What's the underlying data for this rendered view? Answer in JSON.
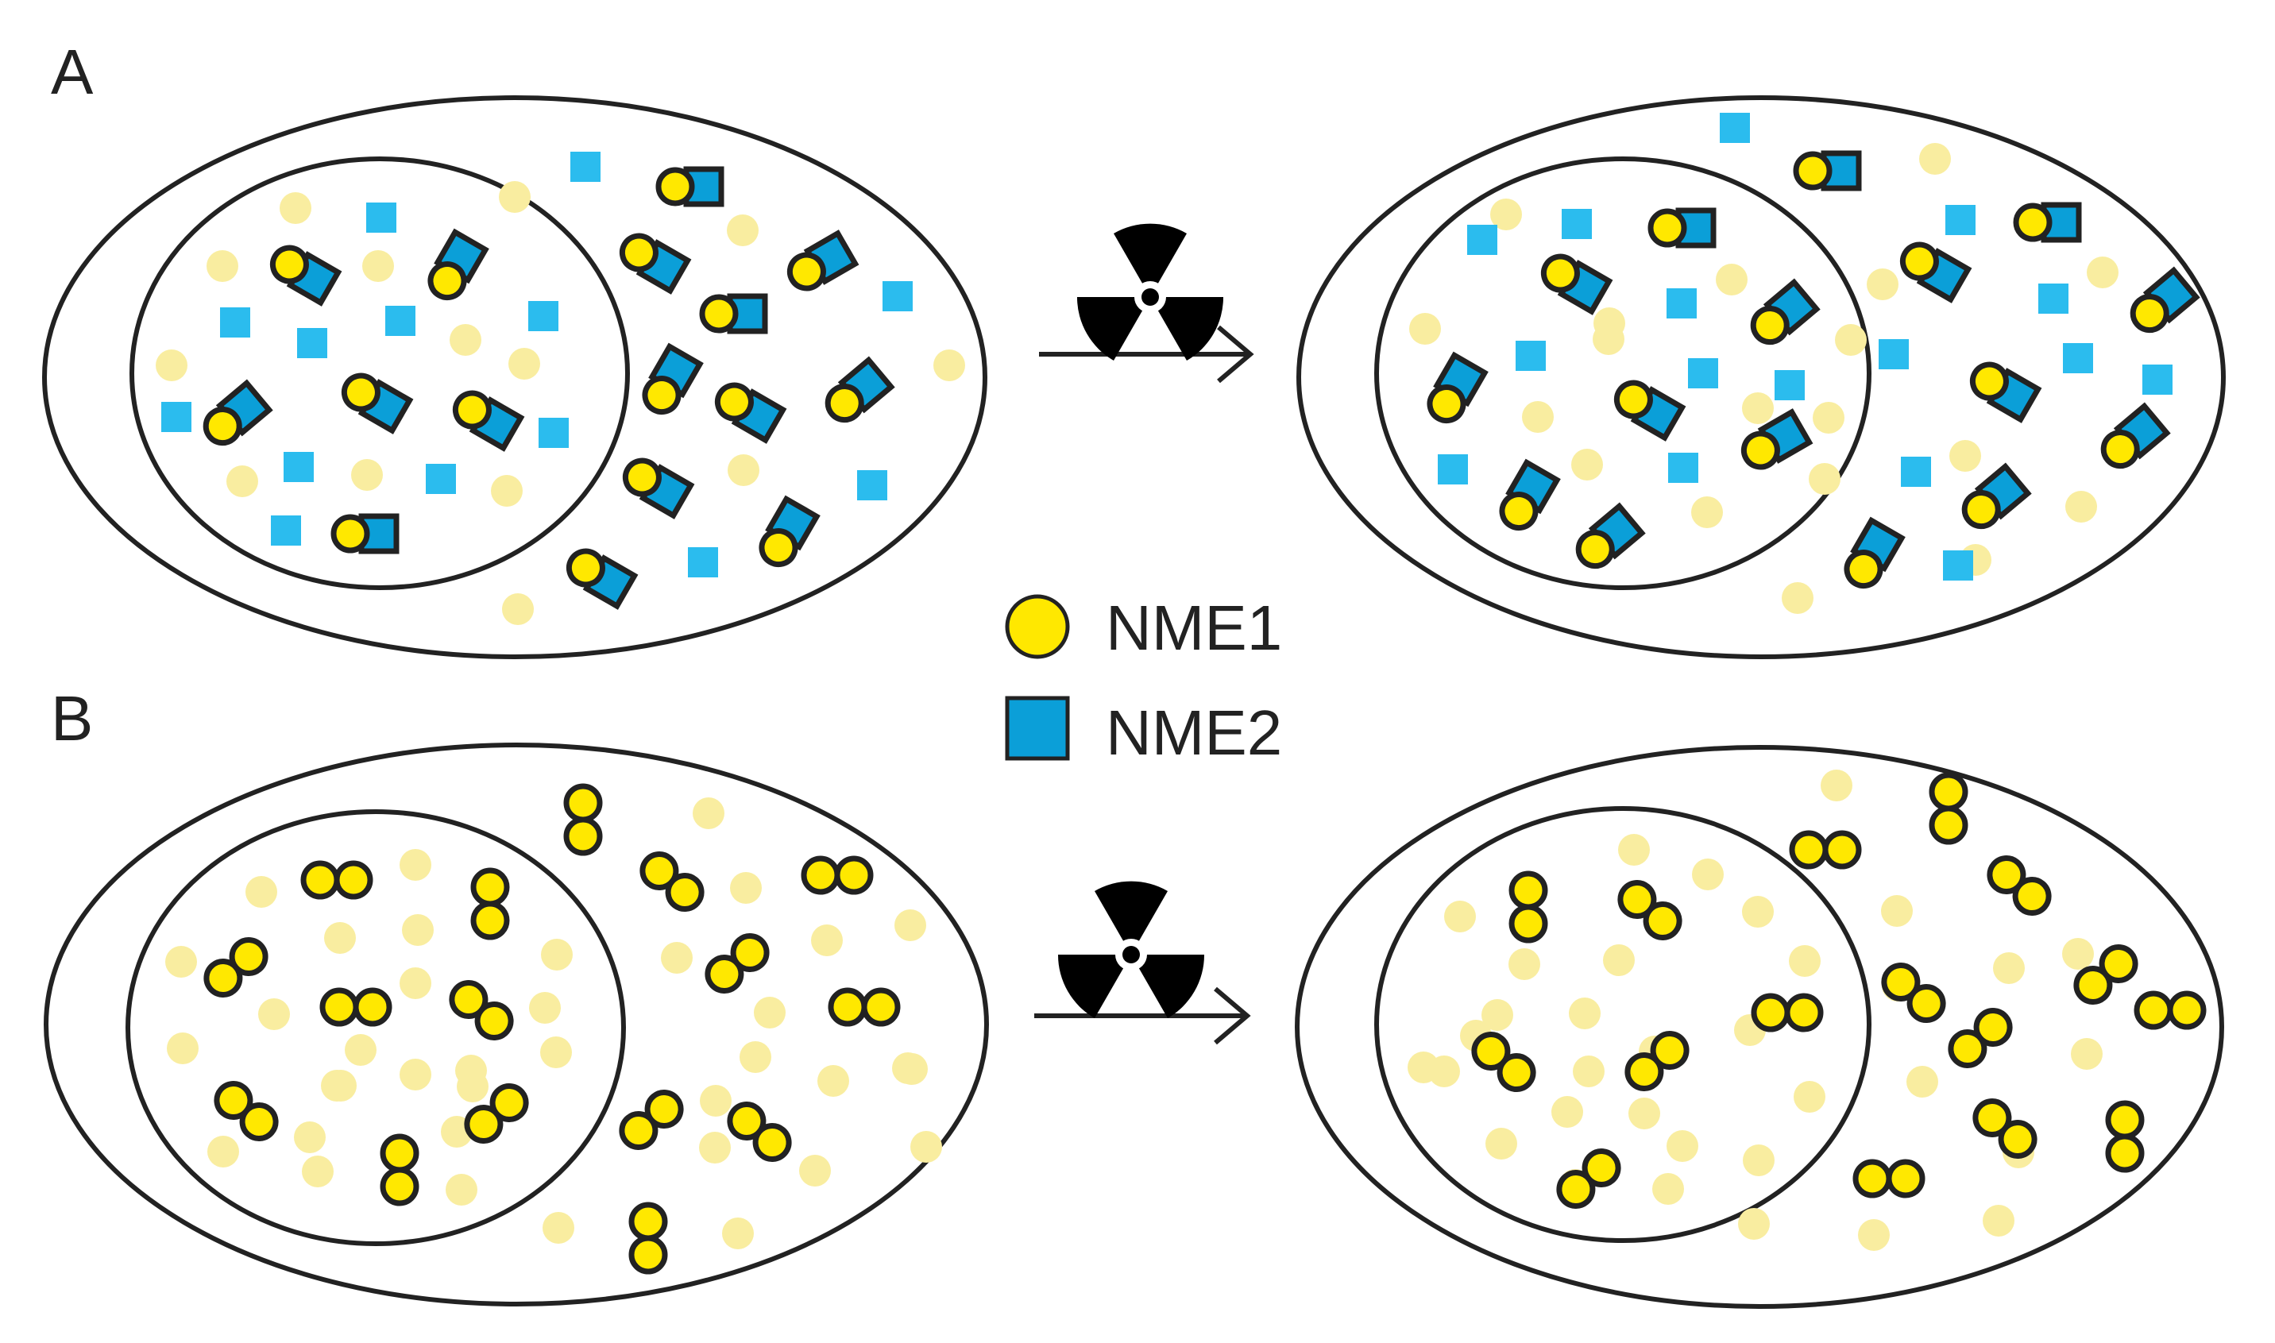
{
  "panels": [
    {
      "label": "A"
    },
    {
      "label": "B"
    }
  ],
  "legend": {
    "items": [
      {
        "label": "NME1",
        "shape": "circle",
        "color": "#FFE800"
      },
      {
        "label": "NME2",
        "shape": "square",
        "color": "#0B9FD8"
      }
    ]
  },
  "colors": {
    "nme1": "#FFE800",
    "nme1_faded": "#F9EDA0",
    "nme2": "#0B9FD8",
    "nme2_faded": "#2BBCEE",
    "outline": "#222222"
  },
  "icons": {
    "treatment": "radiation-icon",
    "transition": "arrow-right-icon"
  }
}
